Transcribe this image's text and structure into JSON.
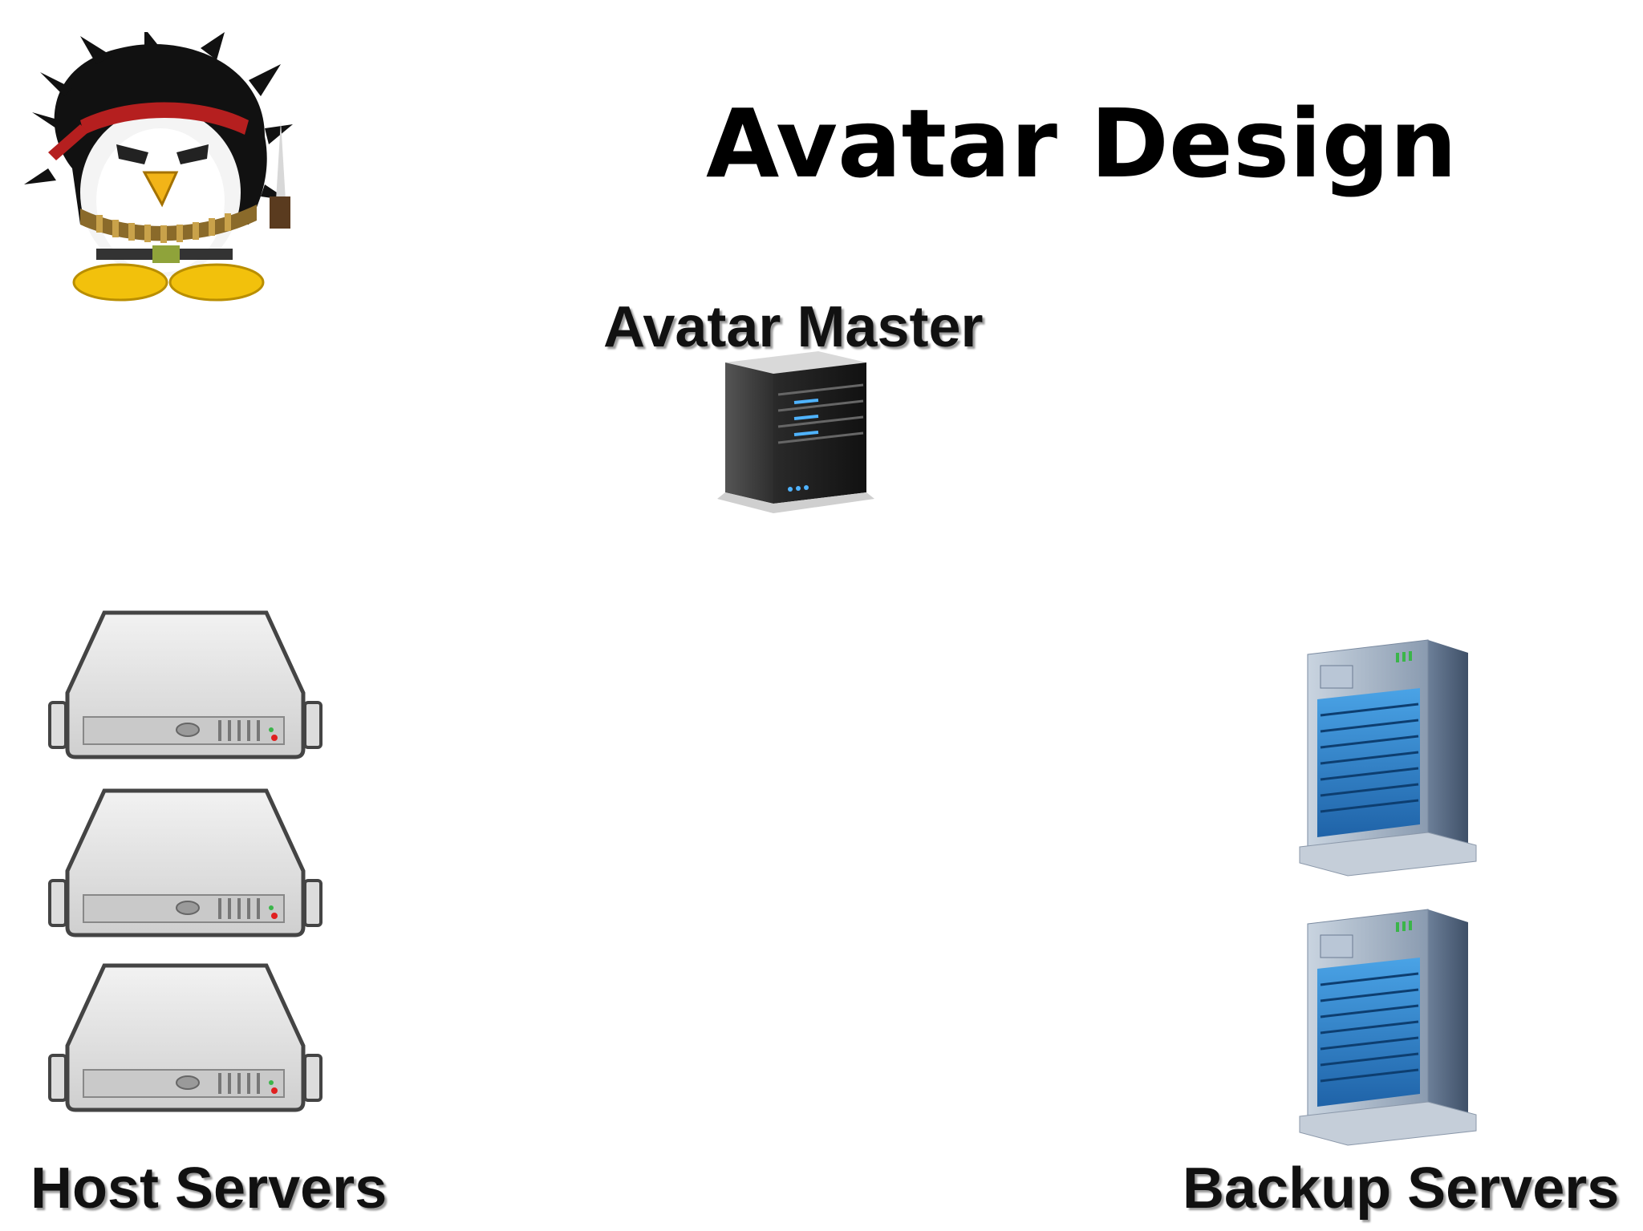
{
  "slide": {
    "title": "Avatar Design",
    "master_label": "Avatar Master",
    "host_label": "Host Servers",
    "backup_label": "Backup Servers"
  },
  "icons": {
    "logo": "rambo-penguin-icon",
    "master": "tower-server-icon",
    "host": "rack-server-icon",
    "backup": "blue-tower-server-icon"
  },
  "colors": {
    "title": "#000000",
    "label": "#111111",
    "label_shadow": "#9a9a9a",
    "backup_blue": "#2f7fc4",
    "master_led": "#4fb3ff"
  }
}
